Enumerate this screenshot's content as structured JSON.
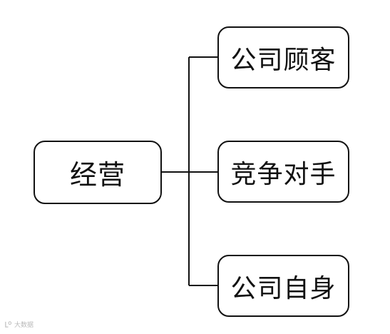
{
  "diagram": {
    "root": {
      "label": "经营"
    },
    "children": [
      {
        "label": "公司顾客"
      },
      {
        "label": "竞争对手"
      },
      {
        "label": "公司自身"
      }
    ],
    "line_color": "#111111"
  },
  "watermark": {
    "text": "大数据"
  }
}
